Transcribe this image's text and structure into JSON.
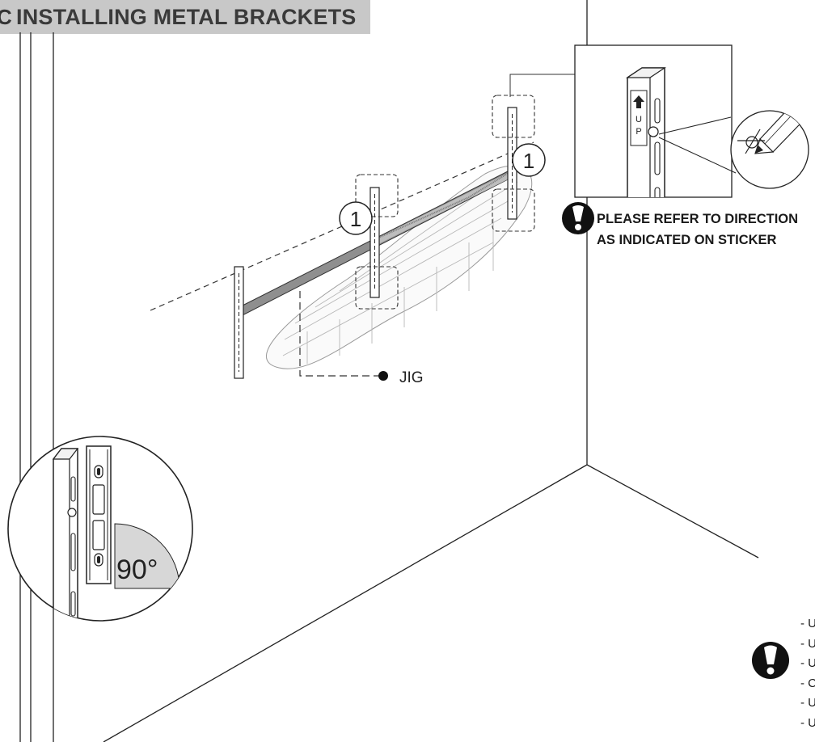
{
  "header": {
    "step_letter": "C",
    "title": "INSTALLING METAL BRACKETS"
  },
  "callouts": {
    "marker_1a": "1",
    "marker_1b": "1",
    "jig_label": "JIG",
    "angle_label": "90°",
    "sticker_letters": [
      "U",
      "P"
    ]
  },
  "note": {
    "line1": "PLEASE REFER TO DIRECTION",
    "line2": "AS INDICATED ON STICKER"
  },
  "bottom_list": {
    "items": [
      "- U",
      "- U",
      "- U",
      "- C",
      "- U",
      "- U"
    ]
  },
  "icons": [
    "warning-icon",
    "pencil-icon",
    "up-arrow-icon"
  ]
}
